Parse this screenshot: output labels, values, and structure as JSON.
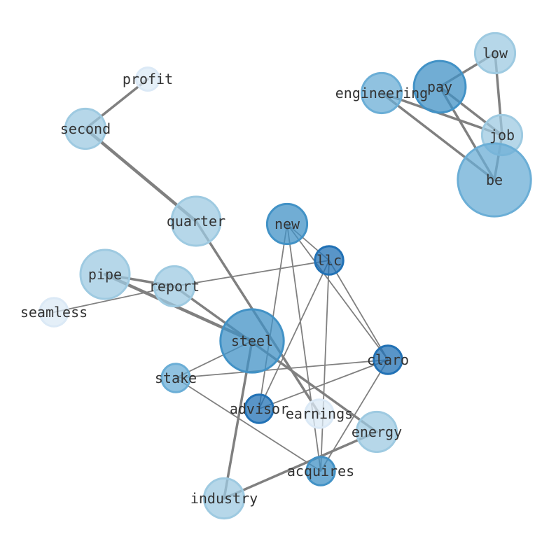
{
  "graph": {
    "nodes": [
      {
        "id": "profit",
        "label": "profit",
        "weight": 1,
        "color": "#dbe9f6"
      },
      {
        "id": "second",
        "label": "second",
        "weight": 3,
        "color": "#9ecae1"
      },
      {
        "id": "engineering",
        "label": "engineering",
        "weight": 3,
        "color": "#6baed6"
      },
      {
        "id": "pay",
        "label": "pay",
        "weight": 5,
        "color": "#4292c6"
      },
      {
        "id": "low",
        "label": "low",
        "weight": 3,
        "color": "#9ecae1"
      },
      {
        "id": "job",
        "label": "job",
        "weight": 3,
        "color": "#9ecae1"
      },
      {
        "id": "be",
        "label": "be",
        "weight": 10,
        "color": "#6baed6"
      },
      {
        "id": "quarter",
        "label": "quarter",
        "weight": 4.5,
        "color": "#9ecae1"
      },
      {
        "id": "new",
        "label": "new",
        "weight": 3,
        "color": "#4292c6"
      },
      {
        "id": "llc",
        "label": "llc",
        "weight": 1.5,
        "color": "#2171b5"
      },
      {
        "id": "pipe",
        "label": "pipe",
        "weight": 4.5,
        "color": "#9ecae1"
      },
      {
        "id": "report",
        "label": "report",
        "weight": 3,
        "color": "#9ecae1"
      },
      {
        "id": "seamless",
        "label": "seamless",
        "weight": 1.5,
        "color": "#dbe9f6"
      },
      {
        "id": "steel",
        "label": "steel",
        "weight": 7.5,
        "color": "#4292c6"
      },
      {
        "id": "claro",
        "label": "claro",
        "weight": 1.5,
        "color": "#2171b5"
      },
      {
        "id": "stake",
        "label": "stake",
        "weight": 1.5,
        "color": "#6baed6"
      },
      {
        "id": "advisor",
        "label": "advisor",
        "weight": 1.5,
        "color": "#2171b5"
      },
      {
        "id": "earnings",
        "label": "earnings",
        "weight": 1.5,
        "color": "#dbe9f6"
      },
      {
        "id": "energy",
        "label": "energy",
        "weight": 3,
        "color": "#9ecae1"
      },
      {
        "id": "acquires",
        "label": "acquires",
        "weight": 1.5,
        "color": "#4292c6"
      },
      {
        "id": "industry",
        "label": "industry",
        "weight": 3,
        "color": "#9ecae1"
      }
    ],
    "edges": [
      {
        "source": "profit",
        "target": "second",
        "weight": 2
      },
      {
        "source": "second",
        "target": "quarter",
        "weight": 3
      },
      {
        "source": "quarter",
        "target": "earnings",
        "weight": 2
      },
      {
        "source": "low",
        "target": "pay",
        "weight": 2
      },
      {
        "source": "low",
        "target": "job",
        "weight": 2
      },
      {
        "source": "pay",
        "target": "job",
        "weight": 2
      },
      {
        "source": "pay",
        "target": "be",
        "weight": 2
      },
      {
        "source": "engineering",
        "target": "job",
        "weight": 2
      },
      {
        "source": "engineering",
        "target": "be",
        "weight": 2
      },
      {
        "source": "job",
        "target": "be",
        "weight": 2
      },
      {
        "source": "pipe",
        "target": "report",
        "weight": 2
      },
      {
        "source": "pipe",
        "target": "steel",
        "weight": 3
      },
      {
        "source": "report",
        "target": "energy",
        "weight": 2
      },
      {
        "source": "report",
        "target": "llc",
        "weight": 1
      },
      {
        "source": "report",
        "target": "seamless",
        "weight": 1
      },
      {
        "source": "steel",
        "target": "industry",
        "weight": 2
      },
      {
        "source": "steel",
        "target": "stake",
        "weight": 1
      },
      {
        "source": "industry",
        "target": "energy",
        "weight": 2
      },
      {
        "source": "new",
        "target": "llc",
        "weight": 1
      },
      {
        "source": "new",
        "target": "advisor",
        "weight": 1
      },
      {
        "source": "new",
        "target": "claro",
        "weight": 1
      },
      {
        "source": "new",
        "target": "acquires",
        "weight": 1
      },
      {
        "source": "llc",
        "target": "advisor",
        "weight": 1
      },
      {
        "source": "llc",
        "target": "claro",
        "weight": 1
      },
      {
        "source": "llc",
        "target": "acquires",
        "weight": 1
      },
      {
        "source": "stake",
        "target": "claro",
        "weight": 1
      },
      {
        "source": "stake",
        "target": "acquires",
        "weight": 1
      },
      {
        "source": "advisor",
        "target": "claro",
        "weight": 1
      },
      {
        "source": "claro",
        "target": "acquires",
        "weight": 1
      }
    ]
  }
}
